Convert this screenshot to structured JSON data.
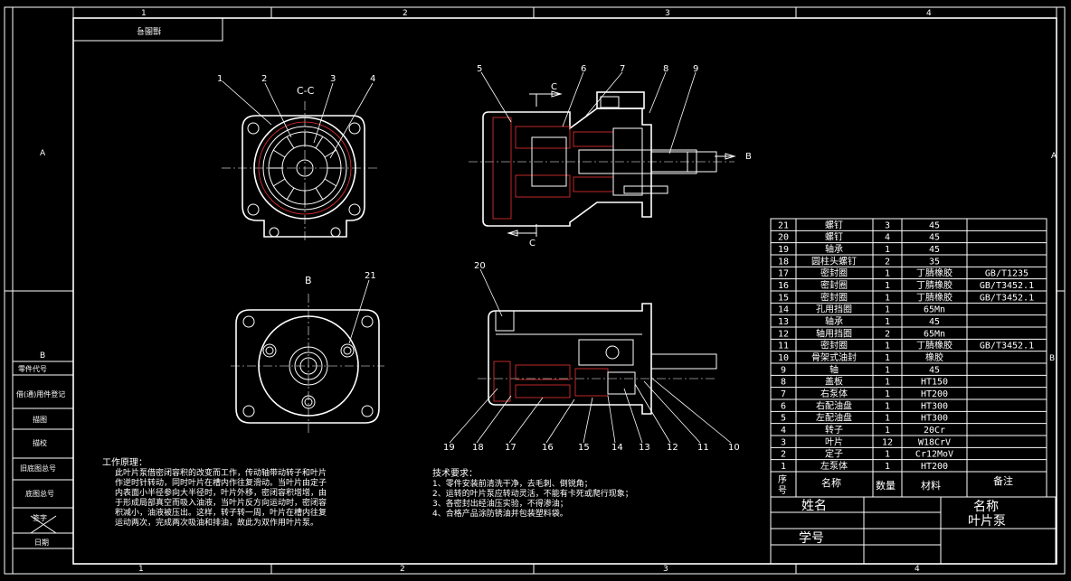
{
  "border": {
    "top_zones": [
      "1",
      "2",
      "3",
      "4"
    ],
    "bottom_zones": [
      "1",
      "2",
      "3",
      "4"
    ],
    "left_zones": [
      "A",
      "B"
    ],
    "right_zones": [
      "A",
      "B"
    ],
    "corner_label": "描图号"
  },
  "side_strip": [
    "借(通)用件登记",
    "描图",
    "描校",
    "旧底图总号",
    "底图总号",
    "签字",
    "日期",
    "零件代号"
  ],
  "views": {
    "section_cc_label": "C-C",
    "view_b_label": "B",
    "section_arrow_c_top": "C",
    "section_arrow_c_bottom": "C",
    "view_arrow_b": "B"
  },
  "balloons": [
    "1",
    "2",
    "3",
    "4",
    "5",
    "6",
    "7",
    "8",
    "9",
    "10",
    "11",
    "12",
    "13",
    "14",
    "15",
    "16",
    "17",
    "18",
    "19",
    "20",
    "21"
  ],
  "work_principle": {
    "title": "工作原理：",
    "lines": [
      "此叶片泵借密闭容积的改变而工作，传动轴带动转子和叶片",
      "作逆时针转动，同时叶片在槽内作往复滑动。当叶片由定子",
      "内表面小半径参向大半径时，叶片外移，密闭容积增增，由",
      "于形成局部真空而吸入油液，当叶片反方向运动时，密闭容",
      "积减小，油液被压出。这样，转子转一周，叶片在槽内往复",
      "运动两次，完成两次吸油和排油，故此为双作用叶片泵。"
    ]
  },
  "tech_req": {
    "title": "技术要求：",
    "lines": [
      "1、零件安装前清洗干净，去毛刺、倒锐角；",
      "2、运转的叶片泵应转动灵活，不能有卡死或爬行现象；",
      "3、各密封出经油压实验，不得渗油；",
      "4、合格产品涂防锈油并包装塑料袋。"
    ]
  },
  "bom": {
    "rows": [
      {
        "no": "21",
        "name": "螺钉",
        "qty": "3",
        "mat": "45",
        "note": ""
      },
      {
        "no": "20",
        "name": "螺钉",
        "qty": "4",
        "mat": "45",
        "note": ""
      },
      {
        "no": "19",
        "name": "轴承",
        "qty": "1",
        "mat": "45",
        "note": ""
      },
      {
        "no": "18",
        "name": "圆柱头螺钉",
        "qty": "2",
        "mat": "35",
        "note": ""
      },
      {
        "no": "17",
        "name": "密封圈",
        "qty": "1",
        "mat": "丁腈橡胶",
        "note": "GB/T1235"
      },
      {
        "no": "16",
        "name": "密封圈",
        "qty": "1",
        "mat": "丁腈橡胶",
        "note": "GB/T3452.1"
      },
      {
        "no": "15",
        "name": "密封圈",
        "qty": "1",
        "mat": "丁腈橡胶",
        "note": "GB/T3452.1"
      },
      {
        "no": "14",
        "name": "孔用挡圈",
        "qty": "1",
        "mat": "65Mn",
        "note": ""
      },
      {
        "no": "13",
        "name": "轴承",
        "qty": "1",
        "mat": "45",
        "note": ""
      },
      {
        "no": "12",
        "name": "轴用挡圈",
        "qty": "2",
        "mat": "65Mn",
        "note": ""
      },
      {
        "no": "11",
        "name": "密封圈",
        "qty": "1",
        "mat": "丁腈橡胶",
        "note": "GB/T3452.1"
      },
      {
        "no": "10",
        "name": "骨架式油封",
        "qty": "1",
        "mat": "橡胶",
        "note": ""
      },
      {
        "no": "9",
        "name": "轴",
        "qty": "1",
        "mat": "45",
        "note": ""
      },
      {
        "no": "8",
        "name": "盖板",
        "qty": "1",
        "mat": "HT150",
        "note": ""
      },
      {
        "no": "7",
        "name": "右泵体",
        "qty": "1",
        "mat": "HT200",
        "note": ""
      },
      {
        "no": "6",
        "name": "右配油盘",
        "qty": "1",
        "mat": "HT300",
        "note": ""
      },
      {
        "no": "5",
        "name": "左配油盘",
        "qty": "1",
        "mat": "HT300",
        "note": ""
      },
      {
        "no": "4",
        "name": "转子",
        "qty": "1",
        "mat": "20Cr",
        "note": ""
      },
      {
        "no": "3",
        "name": "叶片",
        "qty": "12",
        "mat": "W18CrV",
        "note": ""
      },
      {
        "no": "2",
        "name": "定子",
        "qty": "1",
        "mat": "Cr12MoV",
        "note": ""
      },
      {
        "no": "1",
        "name": "左泵体",
        "qty": "1",
        "mat": "HT200",
        "note": ""
      }
    ],
    "header": {
      "no_a": "序",
      "no_b": "号",
      "name": "名称",
      "qty": "数量",
      "mat": "材料",
      "note": "备注"
    }
  },
  "title_block": {
    "name_label": "姓名",
    "id_label": "学号",
    "title_label": "名称",
    "title_value": "叶片泵"
  },
  "colors": {
    "line": "#ffffff",
    "hatch": "#ee3333",
    "background": "#000000"
  }
}
